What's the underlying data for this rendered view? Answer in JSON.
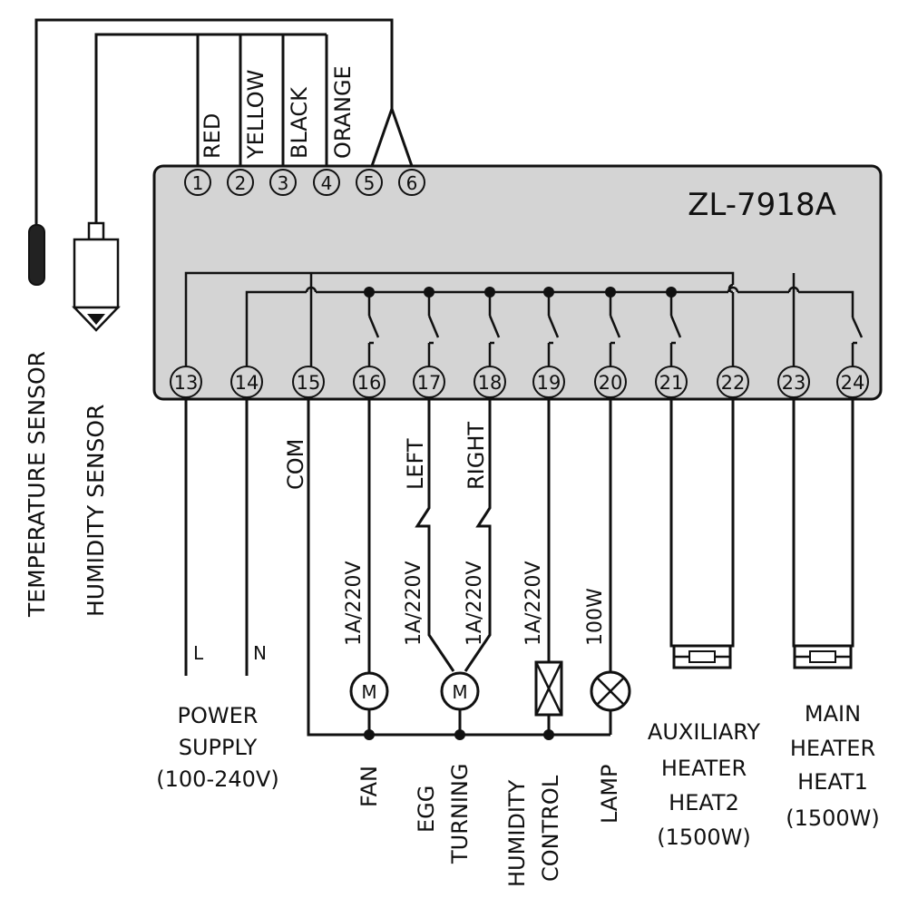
{
  "model": "ZL-7918A",
  "top_terminals": [
    "1",
    "2",
    "3",
    "4",
    "5",
    "6"
  ],
  "wire_colors": [
    "RED",
    "YELLOW",
    "BLACK",
    "ORANGE"
  ],
  "bottom_terminals": [
    "13",
    "14",
    "15",
    "16",
    "17",
    "18",
    "19",
    "20",
    "21",
    "22",
    "23",
    "24"
  ],
  "sensors": {
    "temperature": "TEMPERATURE SENSOR",
    "humidity": "HUMIDITY SENSOR"
  },
  "labels": {
    "com": "COM",
    "left": "LEFT",
    "right": "RIGHT",
    "l": "L",
    "n": "N",
    "rating_fan": "1A/220V",
    "rating_egg_left": "1A/220V",
    "rating_egg_right": "1A/220V",
    "rating_humidity": "1A/220V",
    "rating_lamp": "100W"
  },
  "outputs": {
    "power_line1": "POWER",
    "power_line2": "SUPPLY",
    "power_line3": "(100-240V)",
    "fan": "FAN",
    "egg1": "EGG",
    "egg2": "TURNING",
    "hum1": "HUMIDITY",
    "hum2": "CONTROL",
    "lamp": "LAMP",
    "aux1": "AUXILIARY",
    "aux2": "HEATER",
    "aux3": "HEAT2",
    "aux4": "(1500W)",
    "main1": "MAIN",
    "main2": "HEATER",
    "main3": "HEAT1",
    "main4": "(1500W)"
  }
}
